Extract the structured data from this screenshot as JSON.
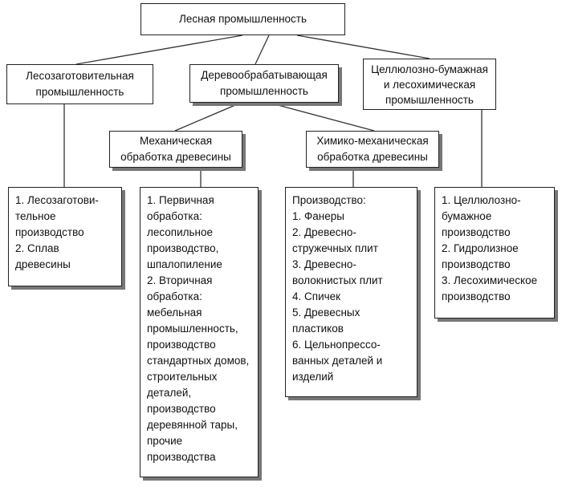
{
  "root": {
    "lines": [
      "Лесная промышленность"
    ]
  },
  "level1": [
    {
      "lines": [
        "Лесозаготовительная",
        "промышленность"
      ]
    },
    {
      "lines": [
        "Деревообрабатывающая",
        "промышленность"
      ]
    },
    {
      "lines": [
        "Целлюлозно-бумажная",
        "и лесохимическая",
        "промышленность"
      ]
    }
  ],
  "level2": [
    {
      "lines": [
        "Механическая",
        "обработка древесины"
      ]
    },
    {
      "lines": [
        "Химико-механическая",
        "обработка древесины"
      ]
    }
  ],
  "details": [
    {
      "lines": [
        "1. Лесозаготови-",
        "тельное",
        "производство",
        "2. Сплав",
        "древесины"
      ]
    },
    {
      "lines": [
        "1. Первичная",
        "обработка:",
        "лесопильное",
        "производство,",
        "шпалопиление",
        "2. Вторичная",
        "обработка:",
        "мебельная",
        "промышленность,",
        "производство",
        "стандартных домов,",
        "строительных",
        "деталей,",
        "производство",
        "деревянной тары,",
        "прочие",
        "производства"
      ]
    },
    {
      "lines": [
        "Производство:",
        "1. Фанеры",
        "2. Древесно-",
        "стружечных плит",
        "3. Древесно-",
        "волокнистых плит",
        "4. Спичек",
        "5. Древесных",
        "пластиков",
        "6. Цельнопрессо-",
        "ванных деталей и",
        "изделий"
      ]
    },
    {
      "lines": [
        "1. Целлюлозно-",
        "бумажное",
        "производство",
        "2. Гидролизное",
        "производство",
        "3. Лесохимическое",
        "производство"
      ]
    }
  ]
}
